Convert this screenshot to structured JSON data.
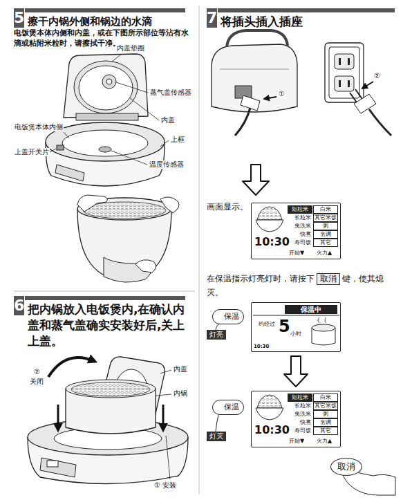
{
  "diagram": {
    "nodes": [
      {
        "text": [
          "5",
          "擦干内锅外侧和锅边的水滴"
        ]
      },
      {
        "text": [
          "6",
          "把内锅放入电饭煲内,在确认内盖和蒸气盖确实安装好后,关上上盖。"
        ]
      },
      {
        "text": [
          "7",
          "将插头插入插座"
        ]
      },
      {
        "text": [
          "10:30"
        ]
      },
      {
        "text": [
          "短粒米"
        ],
        "in": 3
      },
      {
        "text": [
          "白米"
        ],
        "in": 3
      },
      {
        "text": [
          "其它米饭"
        ],
        "in": 3
      },
      {
        "text": [
          "粥"
        ],
        "in": 3
      },
      {
        "text": [
          "烹调"
        ],
        "in": 3
      },
      {
        "text": [
          "其它"
        ],
        "in": 3
      },
      {
        "text": [
          "取消"
        ]
      },
      {
        "text": [
          "保温"
        ]
      },
      {
        "text": [
          "灯亮"
        ]
      },
      {
        "text": [
          "保温中",
          "约经过",
          "5",
          "小时",
          "10:30"
        ]
      },
      {
        "text": [
          "保温"
        ]
      },
      {
        "text": [
          "灯灭"
        ]
      },
      {
        "text": [
          "10:30"
        ]
      },
      {
        "text": [
          "短粒米"
        ],
        "in": 16
      },
      {
        "text": [
          "白米"
        ],
        "in": 16
      },
      {
        "text": [
          "其它米饭"
        ],
        "in": 16
      },
      {
        "text": [
          "粥"
        ],
        "in": 16
      },
      {
        "text": [
          "烹调"
        ],
        "in": 16
      },
      {
        "text": [
          "其它"
        ],
        "in": 16
      },
      {
        "text": [
          "取消"
        ]
      }
    ],
    "edges": [
      {
        "from": 13,
        "to": 16,
        "arrow": "to"
      }
    ],
    "labels": [
      "电饭煲本体内侧和内盖，或在下图所示部位等沾有水滴或粘附米粒时，请擦拭干净。",
      "内盖垫圈",
      "蒸气盖传感器",
      "内盖",
      "电饭煲本体内侧",
      "上框",
      "上盖开关片",
      "温度传感器",
      "②",
      "关闭",
      "内盖",
      "内锅",
      "① 安装",
      "①",
      "②",
      "画面显示。",
      "长粒米",
      "免洗米",
      "快煮",
      "寿司饭",
      "开始▼",
      "火力▲",
      "在保温指示灯亮灯时，请按下",
      "键，使其熄灭。",
      "长粒米",
      "免洗米",
      "快煮",
      "寿司饭",
      "开始▼",
      "火力▲"
    ]
  }
}
